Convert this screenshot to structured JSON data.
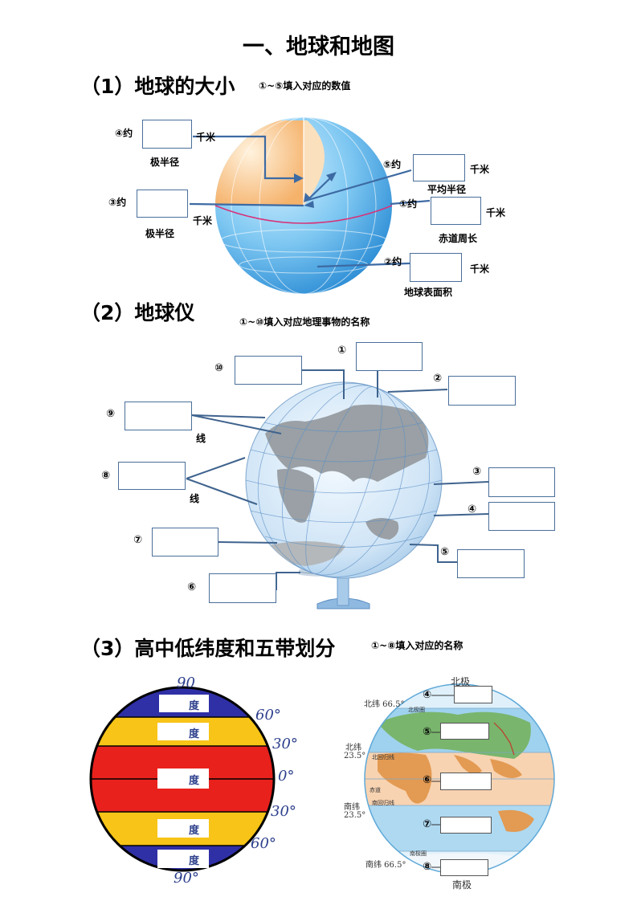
{
  "page": {
    "title": "一、地球和地图"
  },
  "section1": {
    "heading": "（1）地球的大小",
    "hint": "①~⑤填入对应的数值",
    "items": [
      {
        "prefix": "④约",
        "unit": "千米",
        "caption": "极半径"
      },
      {
        "prefix": "③约",
        "unit": "千米",
        "caption": "极半径"
      },
      {
        "prefix": "⑤约",
        "unit": "千米",
        "caption": "平均半径"
      },
      {
        "prefix": "①约",
        "unit": "千米",
        "caption": "赤道周长"
      },
      {
        "prefix": "②约",
        "unit": "千米",
        "caption": "地球表面积"
      }
    ]
  },
  "section2": {
    "heading": "（2）地球仪",
    "hint": "①~⑩填入对应地理事物的名称",
    "labels": [
      "①",
      "②",
      "③",
      "④",
      "⑤",
      "⑥",
      "⑦",
      "⑧",
      "⑨",
      "⑩"
    ],
    "line_word_9": "线",
    "line_word_8": "线"
  },
  "section3": {
    "heading": "（3）高中低纬度和五带划分",
    "hint": "①~⑧填入对应的名称",
    "degrees": [
      "90",
      "60°",
      "30°",
      "0°",
      "30°",
      "60°",
      "90°"
    ],
    "du": "度",
    "map": {
      "north_pole": "北极",
      "south_pole": "南极",
      "n66": "北纬 66.5°",
      "n235_a": "北纬",
      "n235_b": "23.5°",
      "s235_a": "南纬",
      "s235_b": "23.5°",
      "s66": "南纬 66.5°",
      "arctic_circle": "北极圈",
      "tropic_cancer": "北回归线",
      "equator": "赤道",
      "tropic_capricorn": "南回归线",
      "antarctic_circle": "南极圈",
      "labels": [
        "④",
        "⑤",
        "⑥",
        "⑦",
        "⑧"
      ]
    },
    "colors": {
      "high": "#2f2fa6",
      "mid": "#f7c417",
      "low": "#e8211d"
    }
  }
}
